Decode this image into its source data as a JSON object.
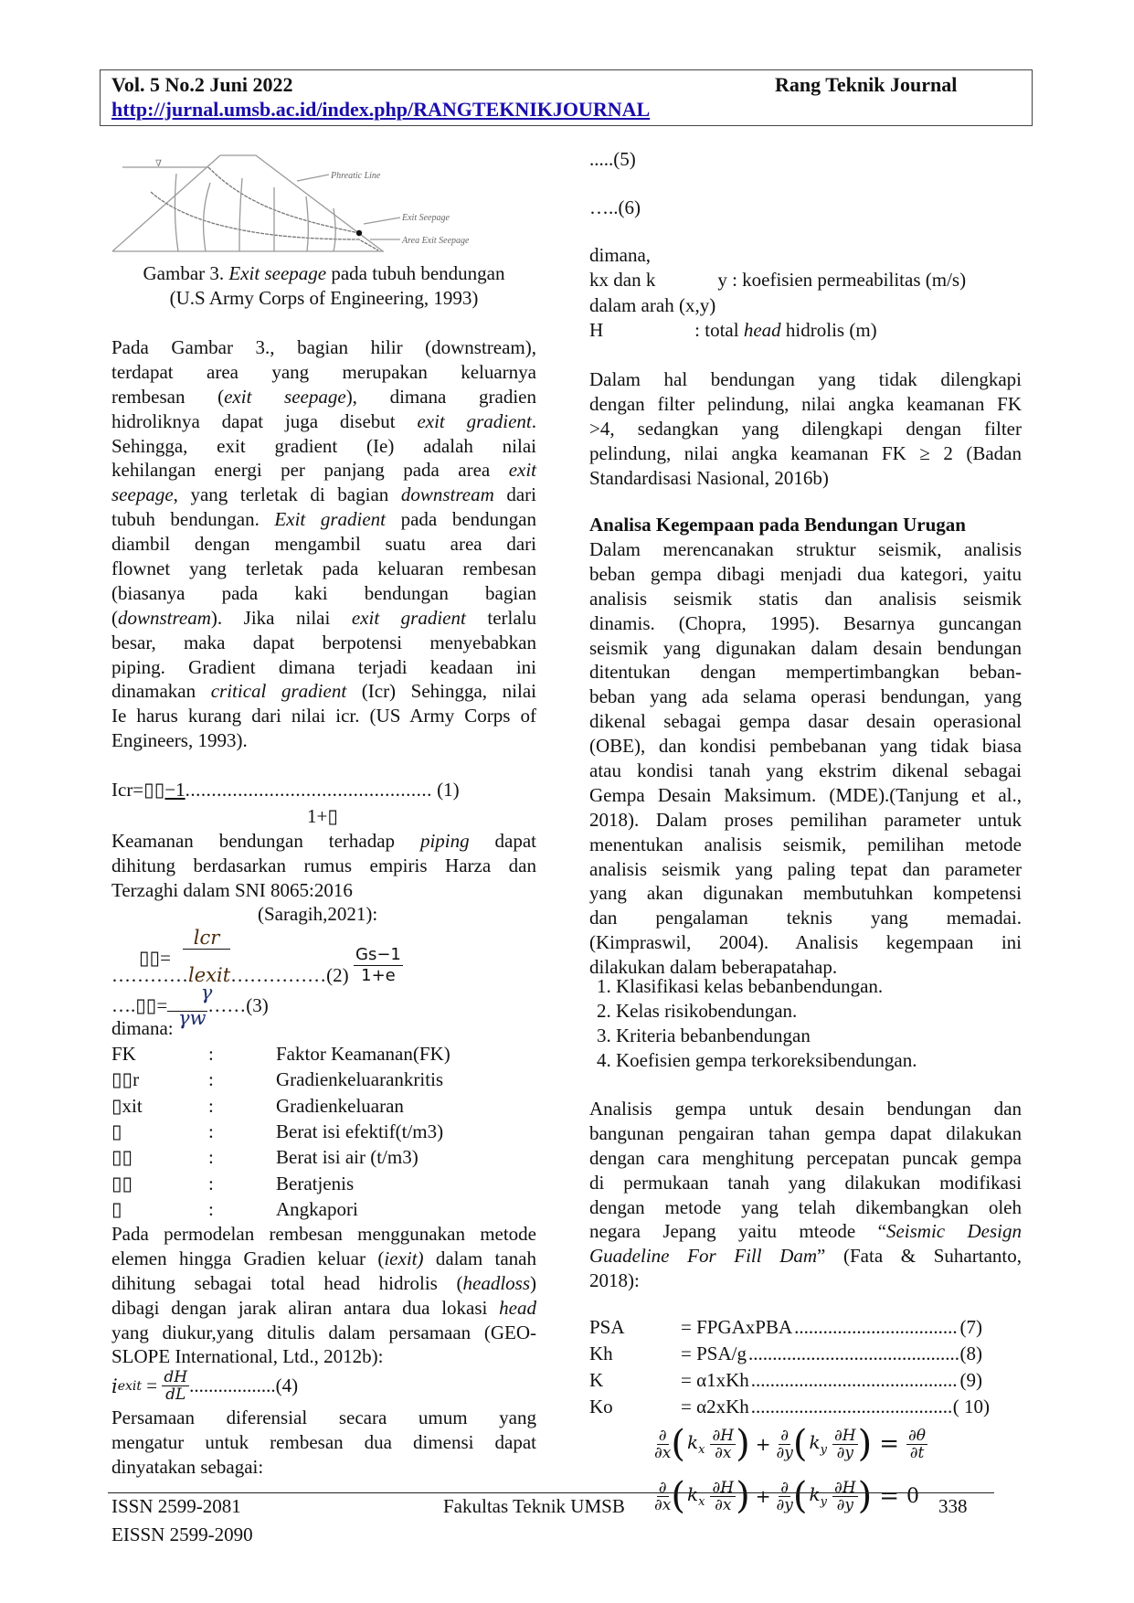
{
  "header": {
    "volume": "Vol. 5 No.2 Juni 2022",
    "journal": "Rang Teknik Journal",
    "url": "http://jurnal.umsb.ac.id/index.php/RANGTEKNIKJOURNAL"
  },
  "figure": {
    "labels": {
      "phreatic": "Phreatic Line",
      "exit": "Exit Seepage",
      "area": "Area Exit Seepage"
    },
    "caption_line1_prefix": "Gambar 3. ",
    "caption_line1_italic": "Exit seepage",
    "caption_line1_suffix": " pada tubuh bendungan",
    "caption_line2": "(U.S Army Corps of Engineering, 1993)"
  },
  "left": {
    "para1": [
      [
        "Pada Gambar 3., bagian hilir (downstream),"
      ],
      [
        "terdapat area yang merupakan keluarnya"
      ],
      [
        "rembesan (",
        {
          "t": "exit seepage",
          "i": true
        },
        "), dimana gradien"
      ],
      [
        "hidroliknya dapat juga disebut ",
        {
          "t": "exit gradient",
          "i": true
        },
        "."
      ],
      [
        "Sehingga, exit gradient (Ie) adalah nilai"
      ],
      [
        "kehilangan energi per panjang pada area ",
        {
          "t": "exit",
          "i": true
        }
      ],
      [
        {
          "t": "seepage",
          "i": true
        },
        ", yang terletak di bagian ",
        {
          "t": "downstream",
          "i": true
        },
        " dari"
      ],
      [
        "tubuh bendungan. ",
        {
          "t": "Exit gradient",
          "i": true
        },
        " pada bendungan"
      ],
      [
        "diambil dengan mengambil suatu area dari"
      ],
      [
        "flownet yang terletak pada keluaran rembesan"
      ],
      [
        "(biasanya pada kaki bendungan bagian"
      ],
      [
        "(",
        {
          "t": "downstream",
          "i": true
        },
        "). Jika nilai ",
        {
          "t": "exit gradient",
          "i": true
        },
        " terlalu"
      ],
      [
        "besar, maka dapat berpotensi menyebabkan"
      ],
      [
        "piping. Gradient dimana terjadi keadaan ini"
      ],
      [
        "dinamakan ",
        {
          "t": "critical gradient",
          "i": true
        },
        " (Icr) Sehingga, nilai"
      ],
      [
        "Ie harus kurang dari nilai icr. (US Army Corps of"
      ],
      [
        "Engineers, 1993)."
      ]
    ],
    "eq1": {
      "lhs": "Icr=",
      "num": "▯▯−1",
      "dots": "...............................................",
      "no": " (1)",
      "den": "1+▯"
    },
    "para2": [
      [
        "Keamanan bendungan terhadap ",
        {
          "t": "piping",
          "i": true
        },
        " dapat"
      ],
      [
        "dihitung berdasarkan rumus empiris Harza dan"
      ],
      [
        "Terzaghi dalam SNI 8065:2016"
      ]
    ],
    "para2_cite": "(Saragih,2021):",
    "eq2": {
      "lhs": "▯▯=",
      "num": "lcr",
      "den": "lexit",
      "dots_before": "…………",
      "dots_after": "……………",
      "no": "(2)",
      "num2": "Gs−1",
      "den2": "1+e"
    },
    "eq3": {
      "dots": "….",
      "lhs": "▯▯=",
      "num": "γ",
      "den": "γw",
      "dots_after": "……",
      "no": "(3)"
    },
    "dimana": "dimana:",
    "symbols": [
      {
        "sym": "FK",
        "colon": ":",
        "desc": "Faktor Keamanan(FK)"
      },
      {
        "sym": "▯▯r",
        "colon": ":",
        "desc": "Gradienkeluarankritis"
      },
      {
        "sym": "▯xit",
        "colon": ":",
        "desc": "Gradienkeluaran"
      },
      {
        "sym": "▯",
        "colon": ":",
        "desc": "Berat isi efektif(t/m3)"
      },
      {
        "sym": "▯▯",
        "colon": ":",
        "desc": "Berat isi air (t/m3)"
      },
      {
        "sym": "▯▯",
        "colon": ":",
        "desc": "Beratjenis"
      },
      {
        "sym": "▯",
        "colon": ":",
        "desc": "Angkapori"
      }
    ],
    "para3": [
      [
        "Pada permodelan rembesan menggunakan metode"
      ],
      [
        "elemen hingga Gradien keluar (",
        {
          "t": "iexit)",
          "i": true
        },
        " dalam tanah"
      ],
      [
        "dihitung sebagai total head hidrolis (",
        {
          "t": "headloss",
          "i": true
        },
        ")"
      ],
      [
        "dibagi dengan jarak aliran antara dua lokasi ",
        {
          "t": "head",
          "i": true
        }
      ],
      [
        "yang diukur,yang ditulis dalam persamaan (GEO-"
      ],
      [
        "SLOPE International, Ltd., 2012b):"
      ]
    ],
    "eq4": {
      "lhs": "i",
      "sub": "exit",
      "eq": " = ",
      "num": "dH",
      "den": "dL",
      "dots": "..................",
      "no": "(4)"
    },
    "para4": [
      [
        "Persamaan diferensial secara umum yang"
      ],
      [
        "mengatur untuk rembesan dua dimensi dapat"
      ],
      [
        "dinyatakan sebagai:"
      ]
    ]
  },
  "right": {
    "eq5": ".....(5)",
    "eq6": "…..(6)",
    "dimana": "dimana,",
    "kx_line": {
      "a": "kx dan k",
      "b": "y : koefisien permeabilitas (m/s)"
    },
    "arah": "dalam arah (x,y)",
    "h_line": {
      "sym": "H",
      "pre": ": total ",
      "it": "head",
      "post": " hidrolis (m)"
    },
    "para1": [
      [
        "Dalam hal bendungan yang tidak dilengkapi"
      ],
      [
        "dengan filter pelindung, nilai angka keamanan FK"
      ],
      [
        ">4, sedangkan yang dilengkapi dengan filter"
      ],
      [
        "pelindung, nilai angka keamanan FK ≥ 2 (Badan"
      ],
      [
        "Standardisasi Nasional, 2016b)"
      ]
    ],
    "heading": "Analisa Kegempaan pada Bendungan Urugan",
    "para2": [
      [
        "Dalam merencanakan struktur seismik, analisis"
      ],
      [
        "beban gempa dibagi menjadi dua kategori, yaitu"
      ],
      [
        "analisis seismik statis dan analisis seismik"
      ],
      [
        "dinamis. (Chopra, 1995). Besarnya guncangan"
      ],
      [
        "seismik yang digunakan dalam desain bendungan"
      ],
      [
        "ditentukan dengan mempertimbangkan beban-"
      ],
      [
        "beban yang ada selama operasi bendungan, yang"
      ],
      [
        "dikenal sebagai gempa dasar desain operasional"
      ],
      [
        "(OBE), dan kondisi pembebanan yang tidak biasa"
      ],
      [
        "atau kondisi tanah yang ekstrim dikenal sebagai"
      ],
      [
        "Gempa Desain Maksimum. (MDE).(Tanjung et al.,"
      ],
      [
        "2018). Dalam proses pemilihan parameter untuk"
      ],
      [
        "menentukan analisis seismik, pemilihan metode"
      ],
      [
        "analisis seismik yang paling tepat dan parameter"
      ],
      [
        "yang akan digunakan membutuhkan kompetensi"
      ],
      [
        "dan pengalaman teknis yang memadai."
      ],
      [
        "(Kimpraswil, 2004). Analisis kegempaan ini"
      ],
      [
        "dilakukan dalam beberapatahap."
      ]
    ],
    "list": [
      "1. Klasifikasi kelas bebanbendungan.",
      "2. Kelas risikobendungan.",
      "3. Kriteria bebanbendungan",
      "4. Koefisien gempa terkoreksibendungan."
    ],
    "para3": [
      [
        "Analisis gempa untuk desain bendungan dan"
      ],
      [
        "bangunan pengairan tahan gempa dapat dilakukan"
      ],
      [
        "dengan cara menghitung percepatan puncak gempa"
      ],
      [
        "di permukaan tanah yang dilakukan modifikasi"
      ],
      [
        "dengan metode yang telah dikembangkan oleh"
      ],
      [
        "negara Jepang yaitu mteode “",
        {
          "t": "Seismic Design",
          "i": true
        }
      ],
      [
        {
          "t": "Guadeline For Fill Dam",
          "i": true
        },
        "” (Fata & Suhartanto,"
      ],
      [
        "2018):"
      ]
    ],
    "formulas": [
      {
        "lhs": "PSA",
        "rhs": "= FPGAxPBA",
        "dots": "..............................................",
        "no": "(7)"
      },
      {
        "lhs": "Kh",
        "rhs": "= PSA/g",
        "dots": "..............................................",
        "no": "(8)"
      },
      {
        "lhs": "K",
        "rhs": "= α1xKh",
        "dots": "..............................................",
        "no": "(9)"
      },
      {
        "lhs": "Ko",
        "rhs": "= α2xKh",
        "dots": "..............................................",
        "no": "( 10)"
      }
    ],
    "pde1": {
      "d": "∂",
      "dx": "∂x",
      "dy": "∂y",
      "kx": "k",
      "kxs": "x",
      "ky": "k",
      "kys": "y",
      "dH": "∂H",
      "plus": "+",
      "eq": "=",
      "rnum": "∂θ",
      "rden": "∂t"
    },
    "pde2": {
      "rhs": "0"
    }
  },
  "footer": {
    "issn": "ISSN 2599-2081",
    "eissn": "EISSN 2599-2090",
    "faculty": "Fakultas Teknik UMSB",
    "page": "338"
  }
}
